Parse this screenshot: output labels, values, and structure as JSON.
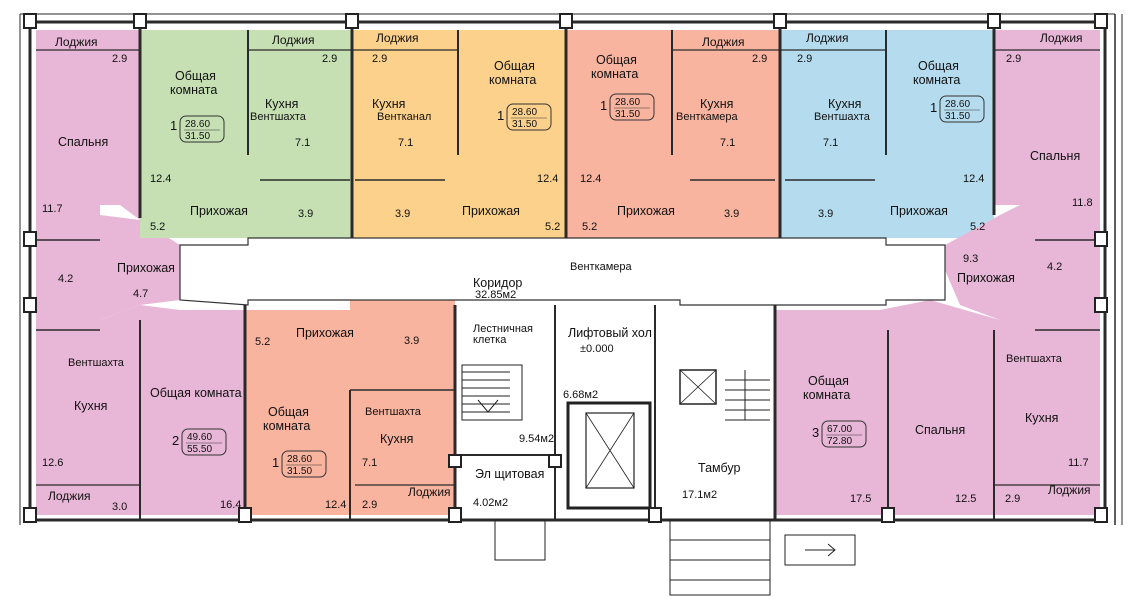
{
  "colors": {
    "pink": "#e8b7d7",
    "green": "#c6e0b4",
    "orange": "#fcd18b",
    "salmon": "#f9b4a0",
    "blue": "#b5dcee",
    "wall": "#2a2a2a",
    "corridor": "#ffffff",
    "core": "#ffffff"
  },
  "apartments": [
    {
      "id": "a1",
      "color": "green",
      "rooms": "1",
      "area_living": "28.60",
      "area_total": "31.50"
    },
    {
      "id": "a2",
      "color": "orange",
      "rooms": "1",
      "area_living": "28.60",
      "area_total": "31.50"
    },
    {
      "id": "a3",
      "color": "salmon",
      "rooms": "1",
      "area_living": "28.60",
      "area_total": "31.50"
    },
    {
      "id": "a4",
      "color": "blue",
      "rooms": "1",
      "area_living": "28.60",
      "area_total": "31.50"
    },
    {
      "id": "a5",
      "color": "pink",
      "rooms": "2",
      "area_living": "49.60",
      "area_total": "55.50"
    },
    {
      "id": "a6",
      "color": "salmon",
      "rooms": "1",
      "area_living": "28.60",
      "area_total": "31.50"
    },
    {
      "id": "a7",
      "color": "pink",
      "rooms": "3",
      "area_living": "67.00",
      "area_total": "72.80"
    }
  ],
  "labels": {
    "loggia": "Лоджия",
    "living": "Общая",
    "living2": "комната",
    "living_full": "Общая комната",
    "bedroom": "Спальня",
    "kitchen": "Кухня",
    "hall": "Прихожая",
    "shaft": "Вентшахта",
    "channel": "Вентканал",
    "chamber": "Венткамера",
    "corridor": "Коридор",
    "corridor_area": "32.85м2",
    "stair1": "Лестничная",
    "stair2": "клетка",
    "stair_area": "9.54м2",
    "lift": "Лифтовый хол",
    "lift_level": "±0.000",
    "lift_area": "6.68м2",
    "elec": "Эл щитовая",
    "elec_area": "4.02м2",
    "vestibule": "Тамбур",
    "vestibule_area": "17.1м2"
  },
  "areas": {
    "v2_9": "2.9",
    "v3_0": "3.0",
    "v11_7": "11.7",
    "v11_8": "11.8",
    "v12_4": "12.4",
    "v12_5": "12.5",
    "v12_6": "12.6",
    "v7_1": "7.1",
    "v3_9": "3.9",
    "v5_2": "5.2",
    "v4_2": "4.2",
    "v4_7": "4.7",
    "v9_3": "9.3",
    "v16_4": "16.4",
    "v17_5": "17.5"
  }
}
